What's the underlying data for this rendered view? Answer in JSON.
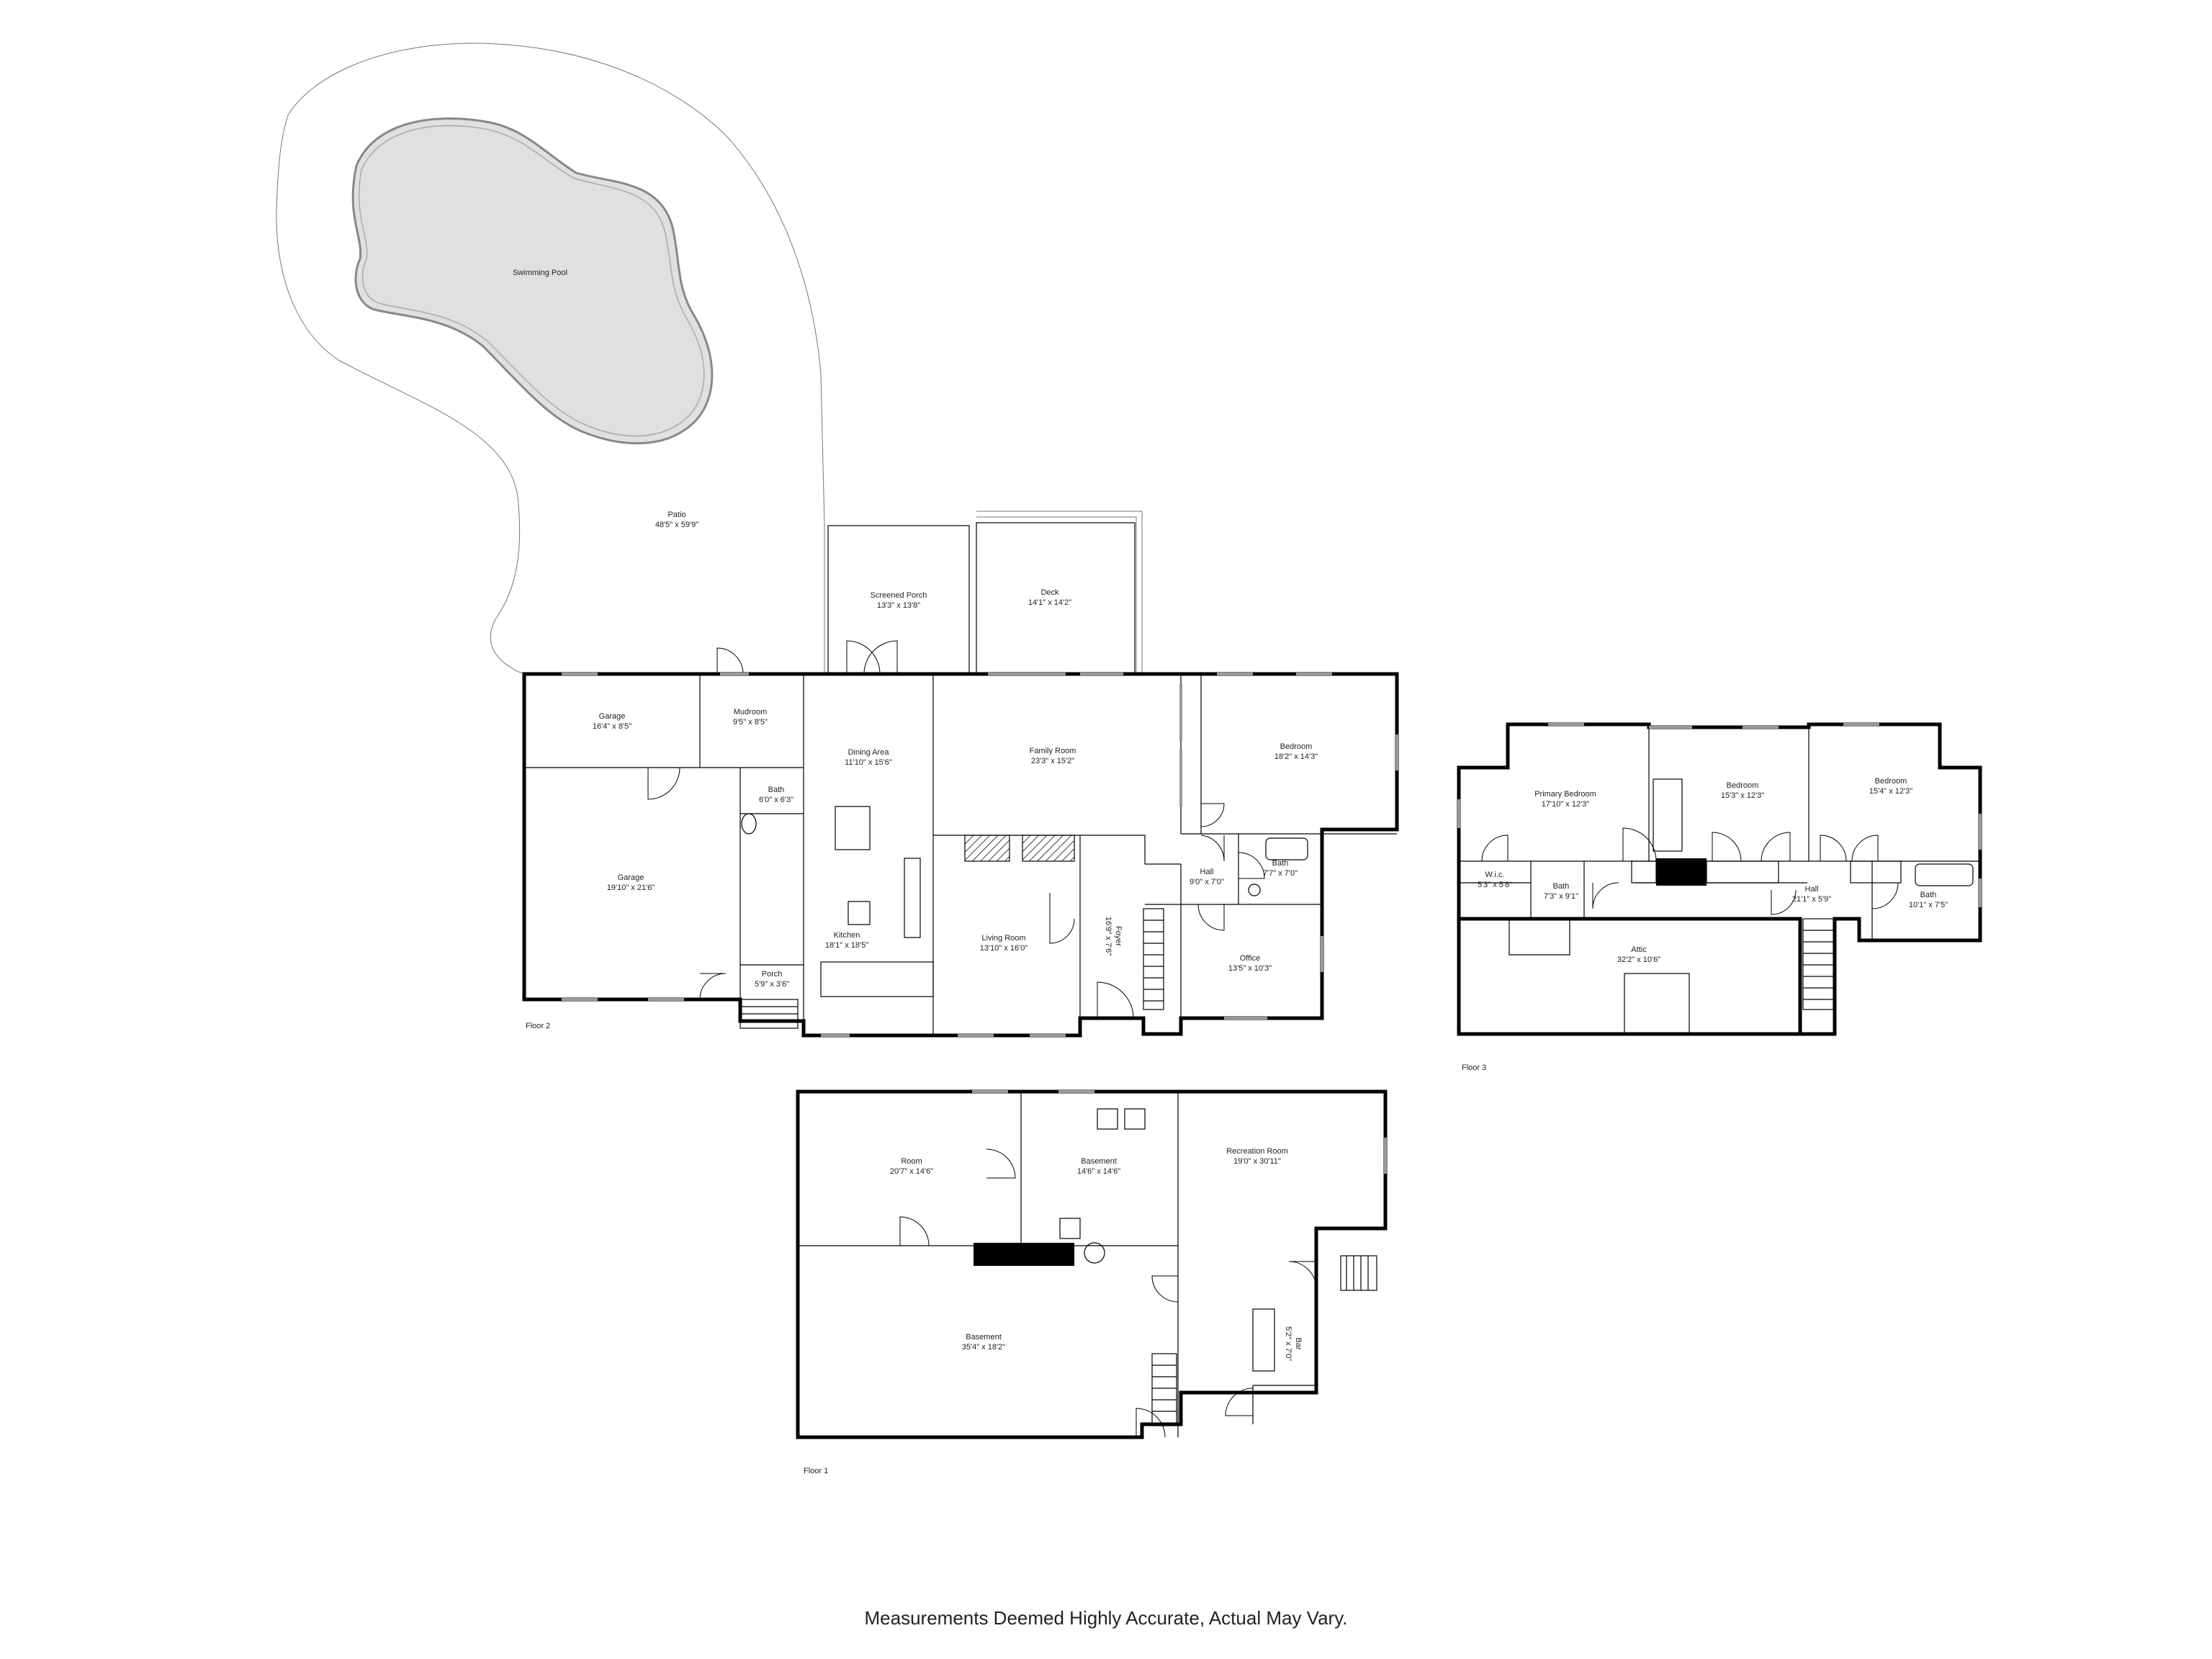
{
  "footer": {
    "disclaimer": "Measurements Deemed Highly Accurate, Actual May Vary."
  },
  "floors": [
    {
      "name": "Floor 2"
    },
    {
      "name": "Floor 3"
    },
    {
      "name": "Floor 1"
    }
  ],
  "rooms": {
    "swimming_pool": {
      "name": "Swimming Pool",
      "size": ""
    },
    "patio": {
      "name": "Patio",
      "size": "48'5\" x 59'9\""
    },
    "screened_porch": {
      "name": "Screened Porch",
      "size": "13'3\" x 13'8\""
    },
    "deck": {
      "name": "Deck",
      "size": "14'1\" x 14'2\""
    },
    "garage_small": {
      "name": "Garage",
      "size": "16'4\" x 8'5\""
    },
    "mudroom": {
      "name": "Mudroom",
      "size": "9'5\" x 8'5\""
    },
    "dining": {
      "name": "Dining Area",
      "size": "11'10\" x 15'6\""
    },
    "family": {
      "name": "Family Room",
      "size": "23'3\" x 15'2\""
    },
    "bedroom_f2": {
      "name": "Bedroom",
      "size": "18'2\" x 14'3\""
    },
    "bath_f2a": {
      "name": "Bath",
      "size": "6'0\" x 6'3\""
    },
    "garage_large": {
      "name": "Garage",
      "size": "19'10\" x 21'6\""
    },
    "kitchen": {
      "name": "Kitchen",
      "size": "18'1\" x 18'5\""
    },
    "living": {
      "name": "Living Room",
      "size": "13'10\" x 16'0\""
    },
    "foyer": {
      "name": "Foyer",
      "size": "16'9\" x 7'6\""
    },
    "hall_f2": {
      "name": "Hall",
      "size": "9'0\" x 7'0\""
    },
    "bath_f2b": {
      "name": "Bath",
      "size": "7'7\" x 7'0\""
    },
    "office": {
      "name": "Office",
      "size": "13'5\" x 10'3\""
    },
    "porch": {
      "name": "Porch",
      "size": "5'9\" x 3'6\""
    },
    "primary_bedroom": {
      "name": "Primary Bedroom",
      "size": "17'10\" x 12'3\""
    },
    "bedroom_f3a": {
      "name": "Bedroom",
      "size": "15'3\" x 12'3\""
    },
    "bedroom_f3b": {
      "name": "Bedroom",
      "size": "15'4\" x 12'3\""
    },
    "wic": {
      "name": "W.i.c.",
      "size": "5'3\" x 5'8\""
    },
    "bath_f3a": {
      "name": "Bath",
      "size": "7'3\" x 9'1\""
    },
    "hall_f3": {
      "name": "Hall",
      "size": "21'1\" x 5'9\""
    },
    "bath_f3b": {
      "name": "Bath",
      "size": "10'1\" x 7'5\""
    },
    "attic": {
      "name": "Attic",
      "size": "32'2\" x 10'6\""
    },
    "room_f1": {
      "name": "Room",
      "size": "20'7\" x 14'6\""
    },
    "basement_small": {
      "name": "Basement",
      "size": "14'6\" x 14'6\""
    },
    "recreation": {
      "name": "Recreation Room",
      "size": "19'0\" x 30'11\""
    },
    "basement_large": {
      "name": "Basement",
      "size": "35'4\" x 18'2\""
    },
    "bar": {
      "name": "Bar",
      "size": "5'2\" x 7'0\""
    }
  }
}
